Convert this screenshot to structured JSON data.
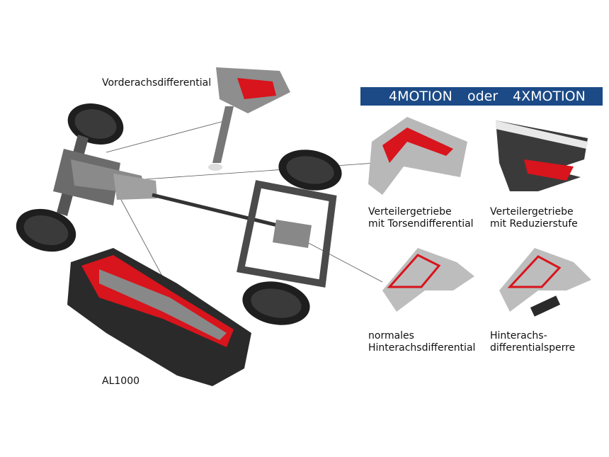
{
  "labels": {
    "front_diff": "Vorderachsdifferential",
    "gearbox": "AL1000"
  },
  "panel": {
    "header": {
      "left": "4MOTION",
      "middle": "oder",
      "right": "4XMOTION"
    },
    "items": [
      {
        "line1": "Verteilergetriebe",
        "line2": "mit Torsendifferential"
      },
      {
        "line1": "Verteilergetriebe",
        "line2": "mit Reduzierstufe"
      },
      {
        "line1": "normales",
        "line2": "Hinterachsdifferential"
      },
      {
        "line1": "Hinterachs-",
        "line2": "differentialsperre"
      }
    ]
  },
  "colors": {
    "header": "#1b4a86",
    "accent_red": "#d8141c",
    "panel": "#d9dcdf"
  }
}
